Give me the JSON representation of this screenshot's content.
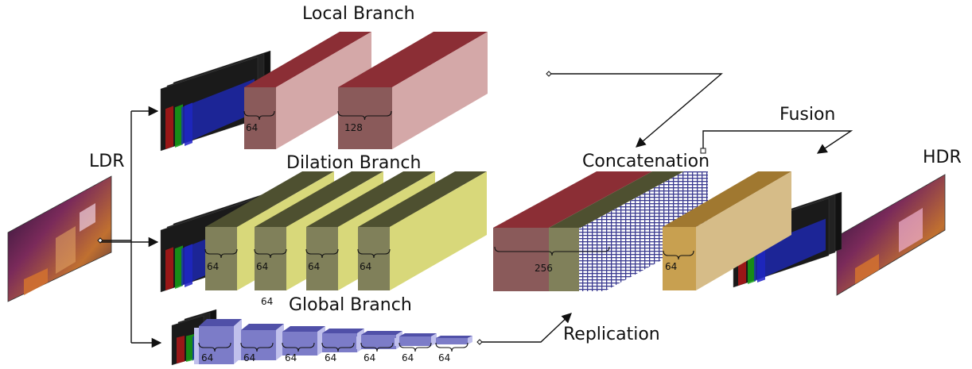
{
  "labels": {
    "local_branch": "Local Branch",
    "dilation_branch": "Dilation Branch",
    "global_branch": "Global Branch",
    "ldr": "LDR",
    "hdr": "HDR",
    "concatenation": "Concatenation",
    "fusion": "Fusion",
    "replication": "Replication"
  },
  "channels": {
    "local": [
      "64",
      "128"
    ],
    "dilation": [
      "64",
      "64",
      "64",
      "64"
    ],
    "dilation_below": "64",
    "global": [
      "64",
      "64",
      "64",
      "64",
      "64",
      "64",
      "64"
    ],
    "concat": "256",
    "fusion": "64"
  },
  "colors": {
    "local_front": "#8a5a5a",
    "local_side": "#d4a8a8",
    "local_top": "#8b2e35",
    "dilation_front": "#80805a",
    "dilation_side": "#d8d87a",
    "dilation_top": "#4e5030",
    "global_front": "#7c7cc8",
    "global_side": "#c0c0ec",
    "global_top": "#5050a8",
    "fusion_front": "#c8a050",
    "fusion_side": "#d6bc88",
    "fusion_top": "#a07830",
    "concat_hatch": "#3a3a90"
  }
}
